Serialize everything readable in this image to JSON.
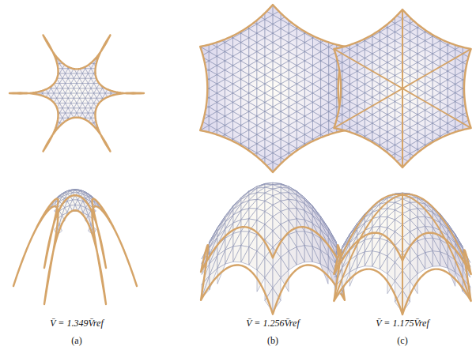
{
  "diagram": {
    "labels": [
      "V̄ = 1.349V̄ref",
      "V̄ = 1.256V̄ref",
      "V̄ = 1.175V̄ref",
      "(a)",
      "(b)",
      "(c)"
    ]
  }
}
